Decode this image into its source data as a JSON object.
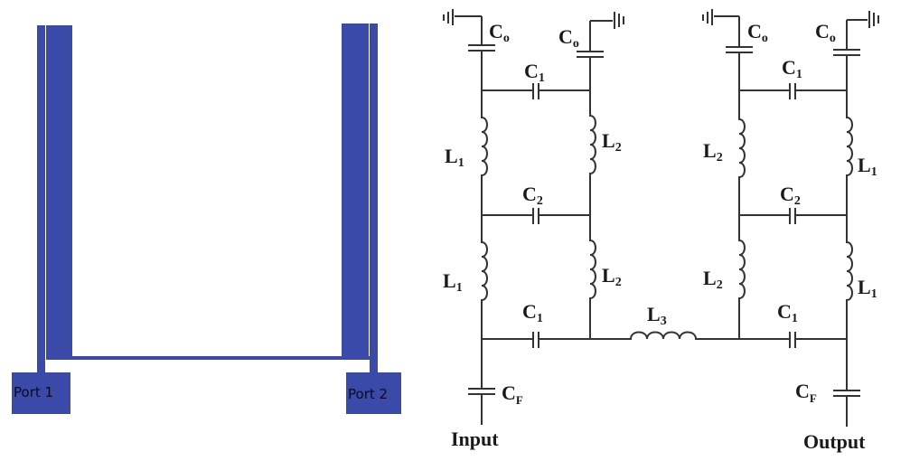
{
  "layout": {
    "metal_color": "#3a4aa8",
    "ports": [
      {
        "label": "Port 1"
      },
      {
        "label": "Port 2"
      }
    ]
  },
  "schematic": {
    "labels": {
      "co_left_1": "C",
      "co_left_1_sub": "o",
      "co_left_2": "C",
      "co_left_2_sub": "o",
      "c1_left_top": "C",
      "c1_left_top_sub": "1",
      "l1_left_a": "L",
      "l1_left_a_sub": "1",
      "l2_left_a": "L",
      "l2_left_a_sub": "2",
      "c2_left": "C",
      "c2_left_sub": "2",
      "l1_left_b": "L",
      "l1_left_b_sub": "1",
      "l2_left_b": "L",
      "l2_left_b_sub": "2",
      "c1_left_bottom": "C",
      "c1_left_bottom_sub": "1",
      "l3": "L",
      "l3_sub": "3",
      "co_right_1": "C",
      "co_right_1_sub": "o",
      "co_right_2": "C",
      "co_right_2_sub": "o",
      "c1_right_top": "C",
      "c1_right_top_sub": "1",
      "l2_right_a": "L",
      "l2_right_a_sub": "2",
      "l1_right_a": "L",
      "l1_right_a_sub": "1",
      "c2_right": "C",
      "c2_right_sub": "2",
      "l2_right_b": "L",
      "l2_right_b_sub": "2",
      "l1_right_b": "L",
      "l1_right_b_sub": "1",
      "c1_right_bottom": "C",
      "c1_right_bottom_sub": "1",
      "cf_left": "C",
      "cf_left_sub": "F",
      "cf_right": "C",
      "cf_right_sub": "F",
      "input": "Input",
      "output": "Output"
    }
  }
}
